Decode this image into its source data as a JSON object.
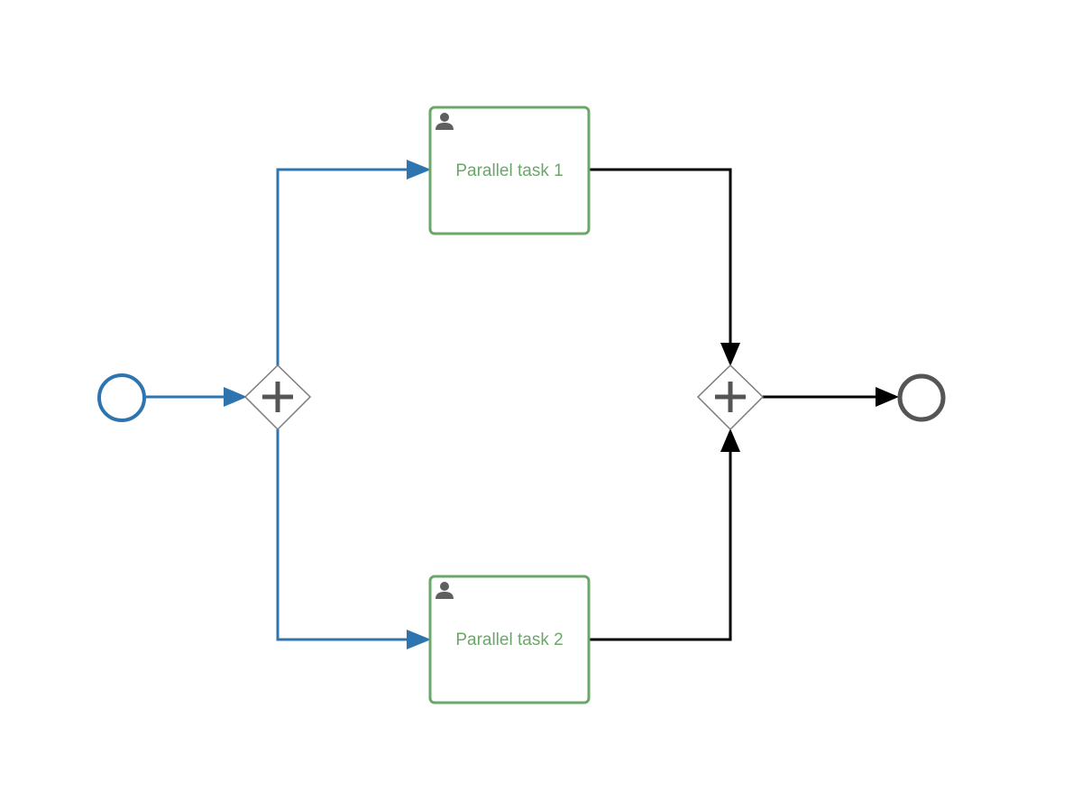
{
  "diagram": {
    "colors": {
      "active_flow": "#2e75b0",
      "default_flow": "#000000",
      "completed_task": "#6aa86a",
      "gateway_stroke": "#7a7a7a",
      "gateway_symbol": "#555555",
      "end_event": "#555555",
      "task_icon": "#5f5f5f",
      "background": "#ffffff"
    },
    "tasks": [
      {
        "label": "Parallel task 1",
        "icon": "user-icon"
      },
      {
        "label": "Parallel task 2",
        "icon": "user-icon"
      }
    ],
    "start_event": {
      "icon": "start-event-circle"
    },
    "fork_gateway": {
      "icon": "plus-icon"
    },
    "join_gateway": {
      "icon": "plus-icon"
    },
    "end_event": {
      "icon": "end-event-circle"
    }
  }
}
